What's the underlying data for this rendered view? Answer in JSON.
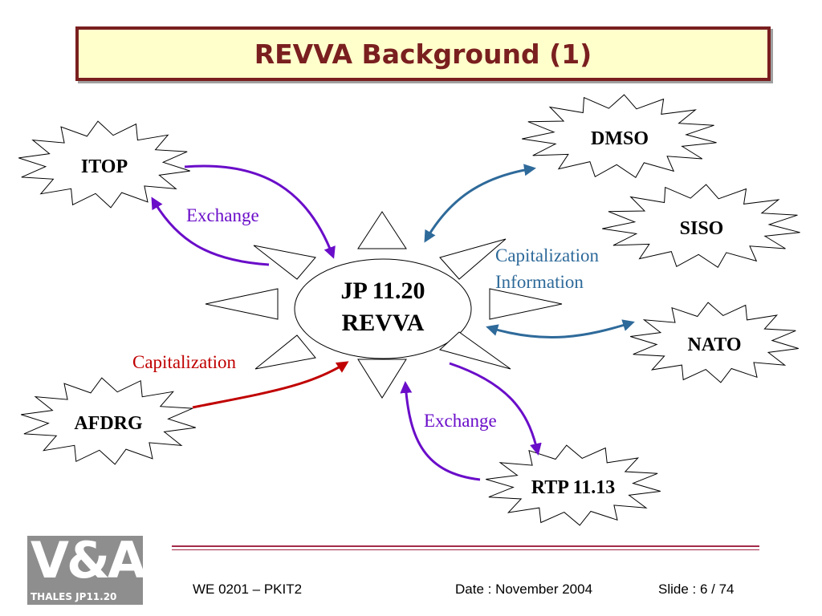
{
  "title": "REVVA Background (1)",
  "center": {
    "line1": "JP 11.20",
    "line2": "REVVA"
  },
  "nodes": {
    "itop": "ITOP",
    "dmso": "DMSO",
    "siso": "SISO",
    "nato": "NATO",
    "afdrg": "AFDRG",
    "rtp": "RTP 11.13"
  },
  "labels": {
    "exchange_top": "Exchange",
    "exchange_bottom": "Exchange",
    "capitalization_left": "Capitalization",
    "capitalization_info_line1": "Capitalization",
    "capitalization_info_line2": "Information"
  },
  "colors": {
    "exchange": "#6a0dc9",
    "capitalization": "#c00000",
    "information": "#2e6a9a",
    "title": "#7a1f1f",
    "title_bg": "#ffffcc"
  },
  "footer": {
    "left": "WE 0201 – PKIT2",
    "date": "Date : November 2004",
    "slide": "Slide : 6 / 74"
  },
  "logo": {
    "big": "V&A",
    "small": "THALES JP11.20"
  }
}
